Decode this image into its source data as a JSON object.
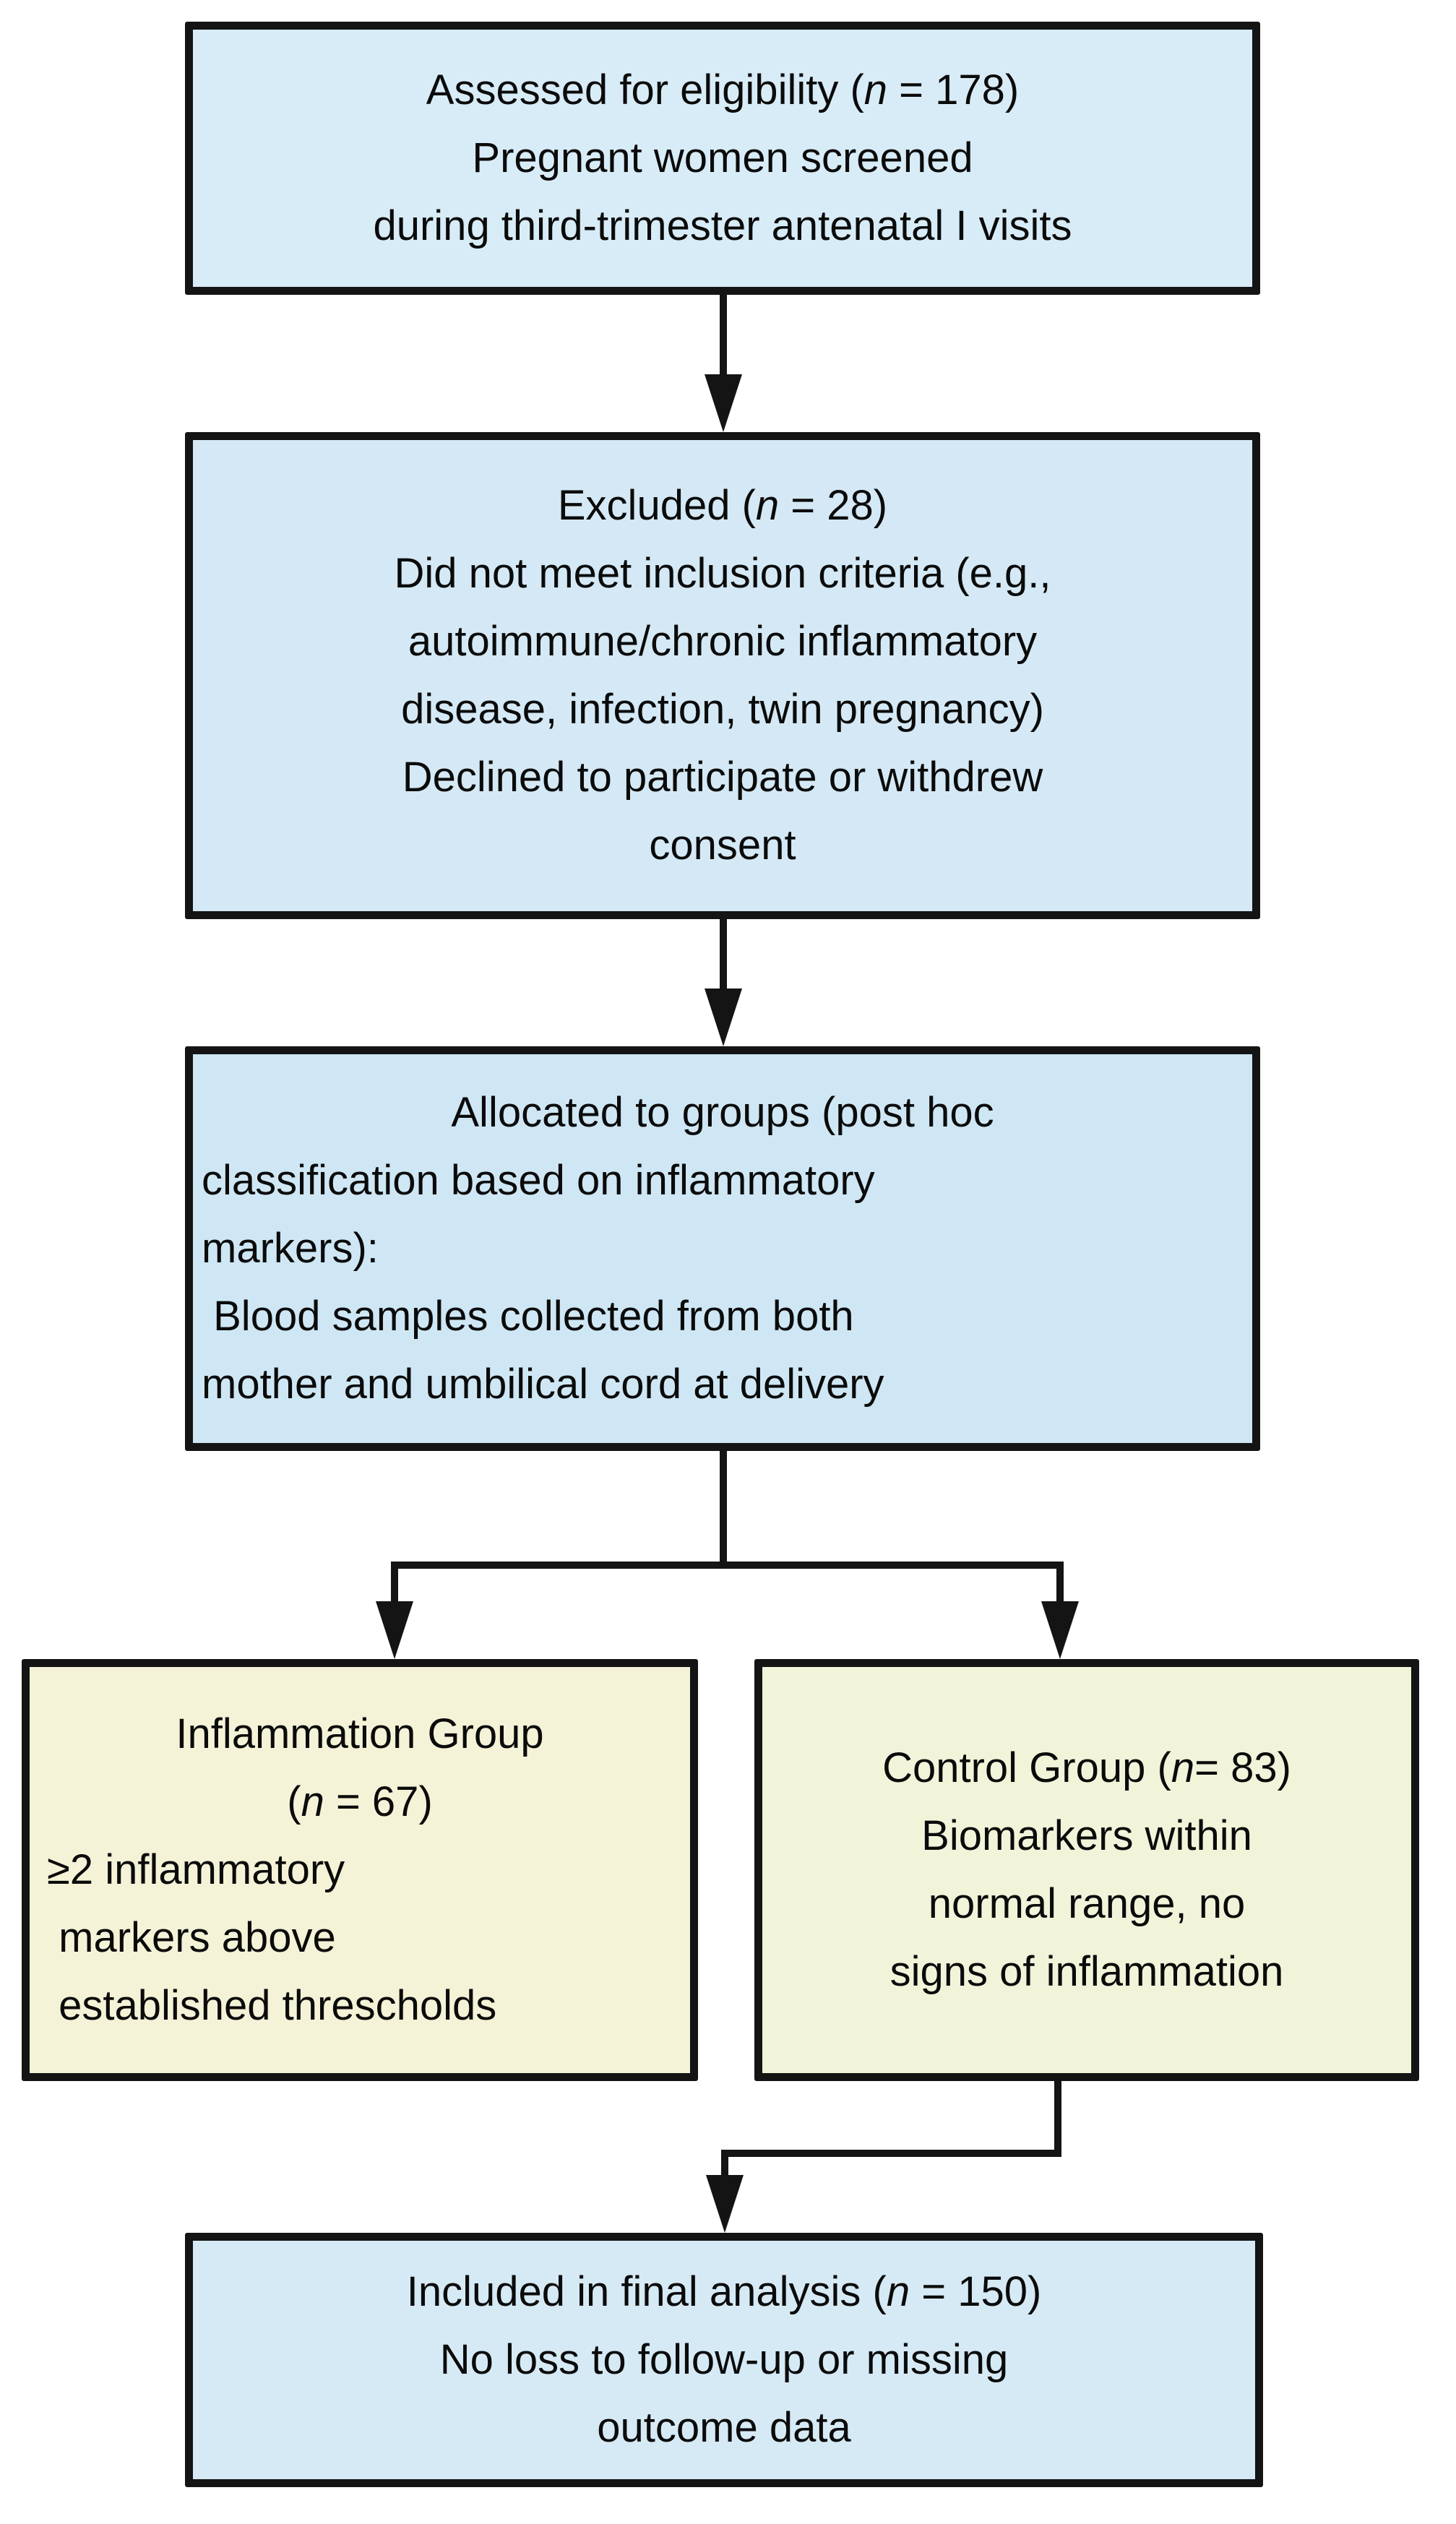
{
  "figure": {
    "title": "Participant flow diagram",
    "colors": {
      "background": "#ffffff",
      "line": "#141414",
      "box_border": "#141414",
      "blue_fill": "#d6eaf5",
      "yellow_fill": "#f4f3d8"
    }
  },
  "boxes": {
    "assessed": {
      "fill": "#d8ecf7",
      "lines": [
        {
          "t": "Assessed for eligibility (n = 178)",
          "a": "c"
        },
        {
          "t": "Pregnant women screened",
          "a": "c"
        },
        {
          "t": "during third-trimester antenatal I visits",
          "a": "c"
        }
      ]
    },
    "excluded": {
      "fill": "#d4e9f5",
      "lines": [
        {
          "t": "Excluded (n = 28)",
          "a": "c"
        },
        {
          "t": "Did not meet inclusion criteria (e.g.,",
          "a": "c"
        },
        {
          "t": "autoimmune/chronic inflammatory",
          "a": "c"
        },
        {
          "t": "disease, infection, twin pregnancy)",
          "a": "c"
        },
        {
          "t": "Declined to participate or withdrew",
          "a": "c"
        },
        {
          "t": "consent",
          "a": "c"
        }
      ]
    },
    "allocated": {
      "fill": "#cfe7f4",
      "lines": [
        {
          "t": "Allocated to groups (post hoc",
          "a": "c"
        },
        {
          "t": "classification based on inflammatory",
          "a": "l"
        },
        {
          "t": "markers):",
          "a": "l"
        },
        {
          "t": " Blood samples collected from both",
          "a": "l"
        },
        {
          "t": "mother and umbilical cord at delivery",
          "a": "l"
        }
      ]
    },
    "inflammation": {
      "fill": "#f4f3d7",
      "lines": [
        {
          "t": "Inflammation Group",
          "a": "c"
        },
        {
          "t": "(n = 67)",
          "a": "c"
        },
        {
          "t": "≥2 inflammatory",
          "a": "l"
        },
        {
          "t": " markers above",
          "a": "l"
        },
        {
          "t": " established threscholds",
          "a": "l"
        }
      ]
    },
    "control": {
      "fill": "#f2f4da",
      "lines": [
        {
          "t": "Control Group (n= 83)",
          "a": "c"
        },
        {
          "t": "Biomarkers within",
          "a": "c"
        },
        {
          "t": "normal range, no",
          "a": "c"
        },
        {
          "t": "signs of inflammation",
          "a": "c"
        }
      ]
    },
    "final": {
      "fill": "#d6eaf5",
      "lines": [
        {
          "t": "Included in final analysis (n = 150)",
          "a": "c"
        },
        {
          "t": "No loss to follow-up or missing",
          "a": "c"
        },
        {
          "t": "outcome data",
          "a": "c"
        }
      ]
    }
  }
}
